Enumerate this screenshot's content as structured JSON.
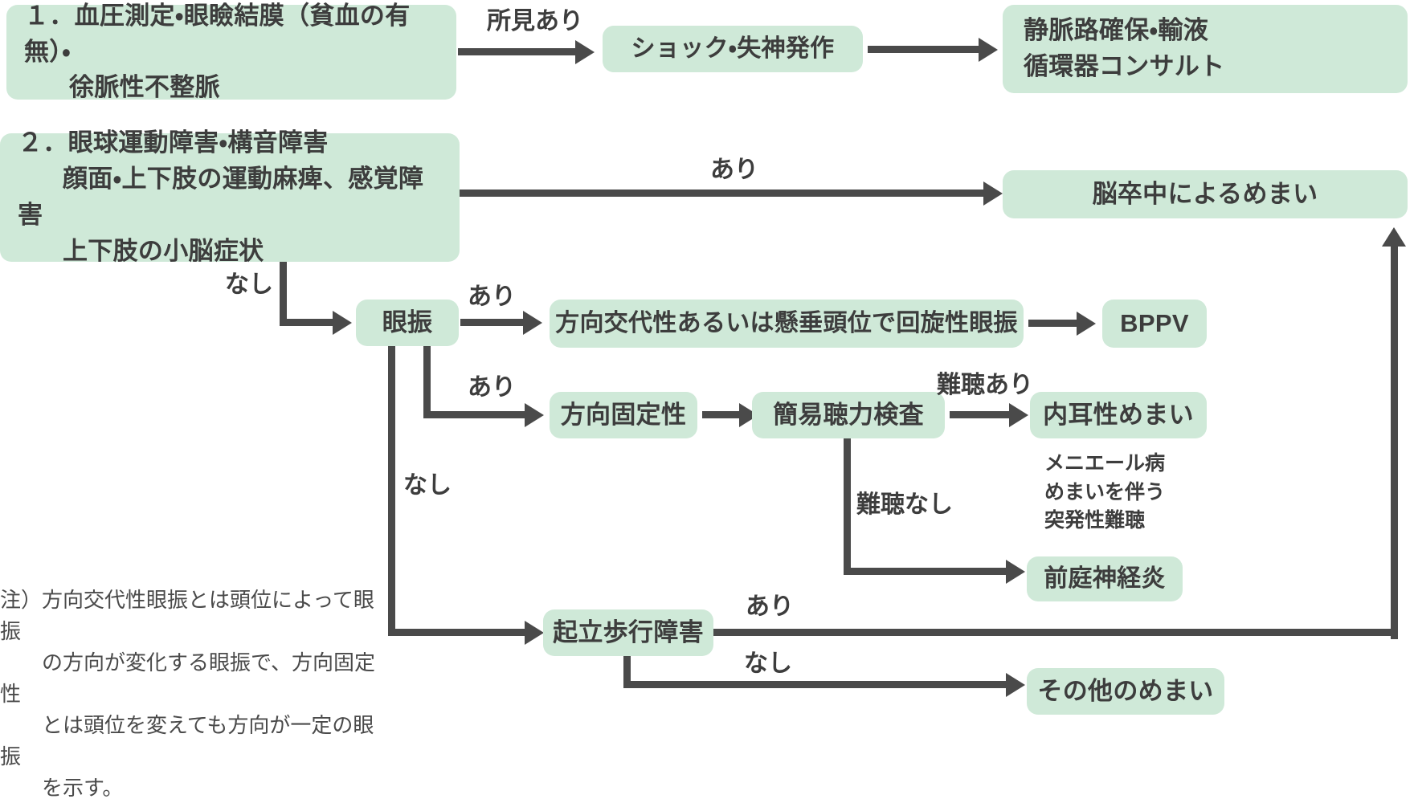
{
  "meta": {
    "title": "めまい診療フローチャート",
    "colors": {
      "box_fill": "#cfe9d8",
      "line": "#4a4a4a",
      "text": "#3d3d3d",
      "background": "#ffffff"
    }
  },
  "nodes": {
    "step1": {
      "number": "１．",
      "line1": "血圧測定・眼瞼結膜（貧血の有無）・",
      "line2": "徐脈性不整脈"
    },
    "shock": {
      "label": "ショック・失神発作"
    },
    "iv_line": {
      "line1": "静脈路確保・輸液",
      "line2": "循環器コンサルト"
    },
    "step2": {
      "number": "２．",
      "line1": "眼球運動障害・構音障害",
      "line2": "顔面・上下肢の運動麻痺、感覚障害",
      "line3": "上下肢の小脳症状"
    },
    "stroke": {
      "label": "脳卒中によるめまい"
    },
    "nystagmus": {
      "label": "眼振"
    },
    "bppv_criteria": {
      "label": "方向交代性あるいは懸垂頭位で回旋性眼振"
    },
    "bppv": {
      "label": "BPPV"
    },
    "direction_fixed": {
      "label": "方向固定性"
    },
    "hearing_test": {
      "label": "簡易聴力検査"
    },
    "inner_ear": {
      "label": "内耳性めまい"
    },
    "inner_ear_note": "メニエール病\nめまいを伴う\n突発性難聴",
    "vestibular_neuritis": {
      "label": "前庭神経炎"
    },
    "gait_disorder": {
      "label": "起立歩行障害"
    },
    "other_dizziness": {
      "label": "その他のめまい"
    }
  },
  "edge_labels": {
    "findings_present": "所見あり",
    "present_stroke": "あり",
    "absent_step2": "なし",
    "present_bppv": "あり",
    "present_direction_fixed": "あり",
    "absent_nystagmus": "なし",
    "hearing_loss_present": "難聴あり",
    "hearing_loss_absent": "難聴なし",
    "gait_present": "あり",
    "gait_absent": "なし"
  },
  "footnote": {
    "text": "注）方向交代性眼振とは頭位によって眼振\n　　の方向が変化する眼振で、方向固定性\n　　とは頭位を変えても方向が一定の眼振\n　　を示す。"
  }
}
